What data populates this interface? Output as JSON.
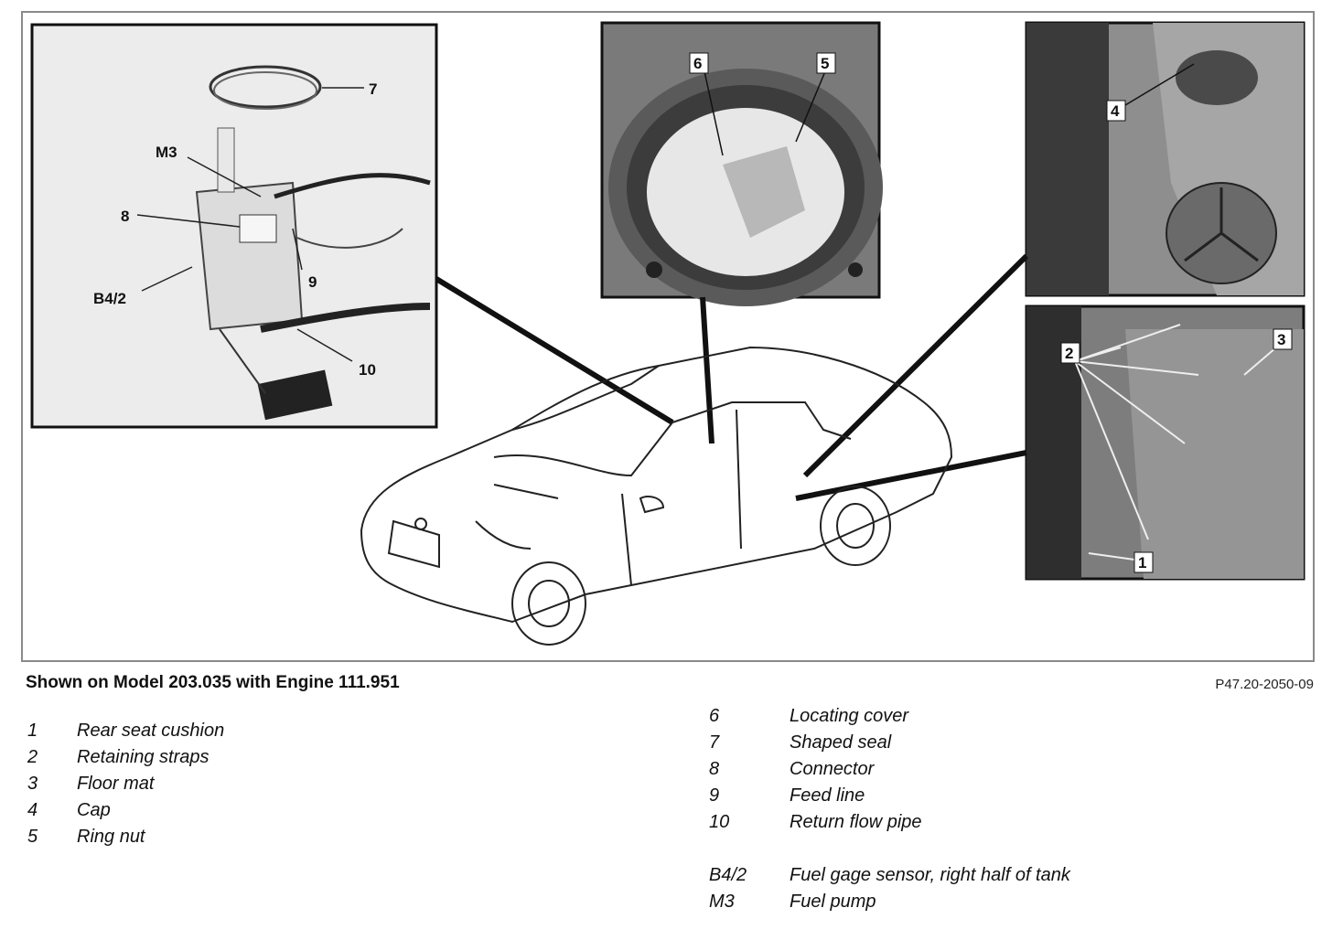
{
  "caption": "Shown on Model 203.035 with Engine 111.951",
  "figure_id": "P47.20-2050-09",
  "callouts": {
    "c7": "7",
    "cM3": "M3",
    "c8": "8",
    "c9": "9",
    "cB42": "B4/2",
    "c10": "10",
    "c6": "6",
    "c5": "5",
    "c4": "4",
    "c2": "2",
    "c3": "3",
    "c1": "1"
  },
  "legend_left": [
    {
      "key": "1",
      "label": "Rear seat cushion"
    },
    {
      "key": "2",
      "label": "Retaining straps"
    },
    {
      "key": "3",
      "label": "Floor mat"
    },
    {
      "key": "4",
      "label": "Cap"
    },
    {
      "key": "5",
      "label": "Ring nut"
    }
  ],
  "legend_right": [
    {
      "key": "6",
      "label": "Locating cover"
    },
    {
      "key": "7",
      "label": "Shaped seal"
    },
    {
      "key": "8",
      "label": "Connector"
    },
    {
      "key": "9",
      "label": "Feed line"
    },
    {
      "key": "10",
      "label": "Return flow pipe"
    }
  ],
  "legend_right_b": [
    {
      "key": "B4/2",
      "label": "Fuel gage sensor, right half of tank"
    },
    {
      "key": "M3",
      "label": "Fuel pump"
    }
  ]
}
